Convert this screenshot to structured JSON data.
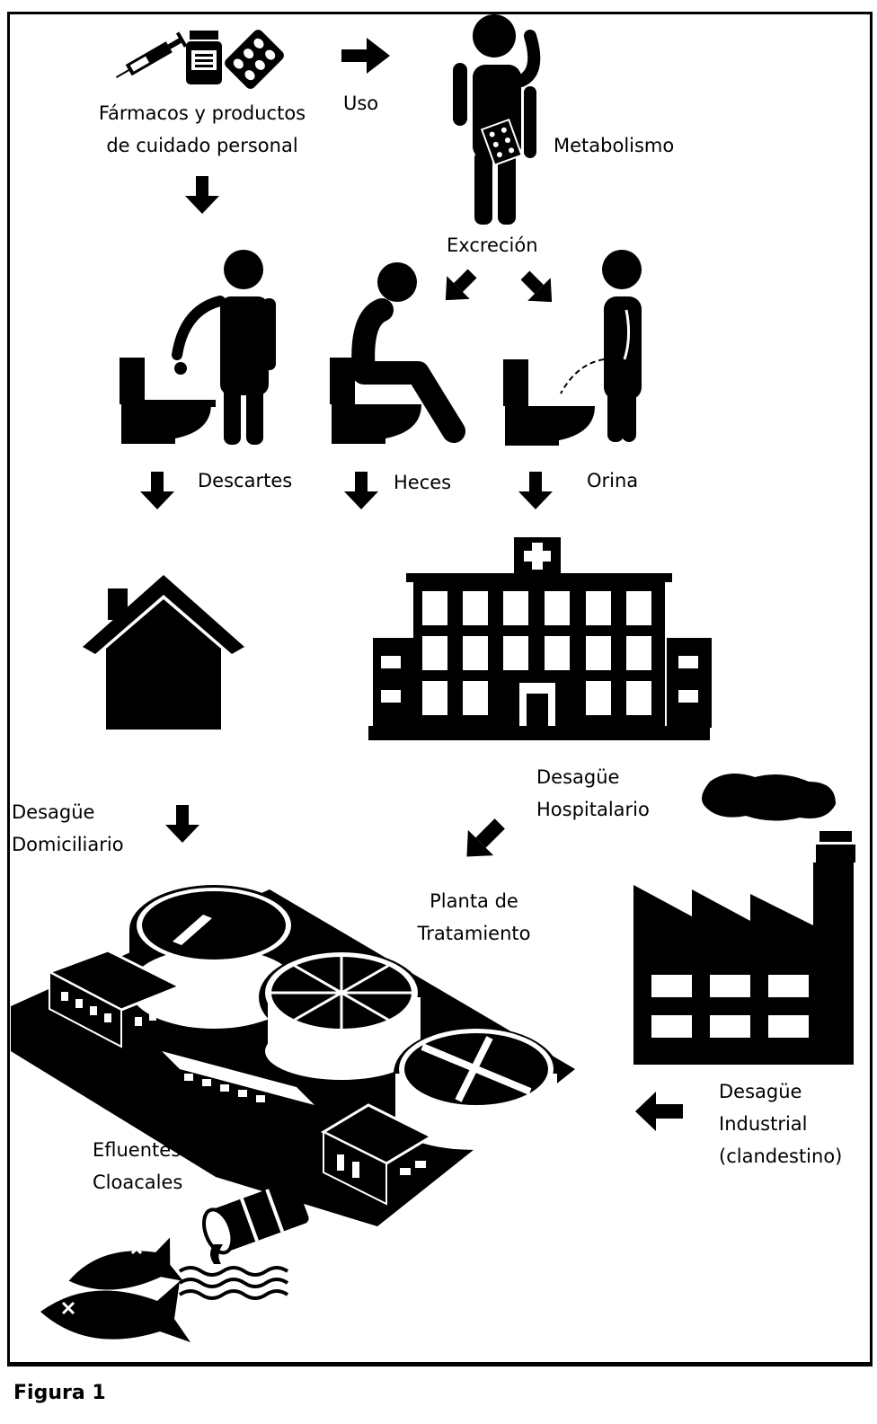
{
  "labels": {
    "farmacos": "Fármacos y productos de cuidado personal",
    "farmacos_line1": "Fármacos y productos",
    "farmacos_line2": "de cuidado personal",
    "uso": "Uso",
    "metabolismo": "Metabolismo",
    "excrecion": "Excreción",
    "descartes": "Descartes",
    "heces": "Heces",
    "orina": "Orina",
    "desague_domiciliario_l1": "Desagüe",
    "desague_domiciliario_l2": "Domiciliario",
    "desague_hospitalario_l1": "Desagüe",
    "desague_hospitalario_l2": "Hospitalario",
    "planta_l1": "Planta de",
    "planta_l2": "Tratamiento",
    "desague_industrial_l1": "Desagüe",
    "desague_industrial_l2": "Industrial",
    "desague_industrial_l3": "(clandestino)",
    "efluentes_l1": "Efluentes",
    "efluentes_l2": "Cloacales"
  },
  "caption": "Figura 1",
  "icons": [
    "syringe-icon",
    "pill-jar-icon",
    "blister-pack-icon",
    "person-taking-pill-icon",
    "person-discarding-icon",
    "person-sitting-toilet-icon",
    "person-urinating-icon",
    "house-icon",
    "hospital-icon",
    "factory-icon",
    "treatment-plant-icon",
    "dead-fish-icon",
    "spilled-barrel-icon",
    "water-waves-icon"
  ],
  "colors": {
    "ink": "#000000",
    "paper": "#ffffff"
  }
}
